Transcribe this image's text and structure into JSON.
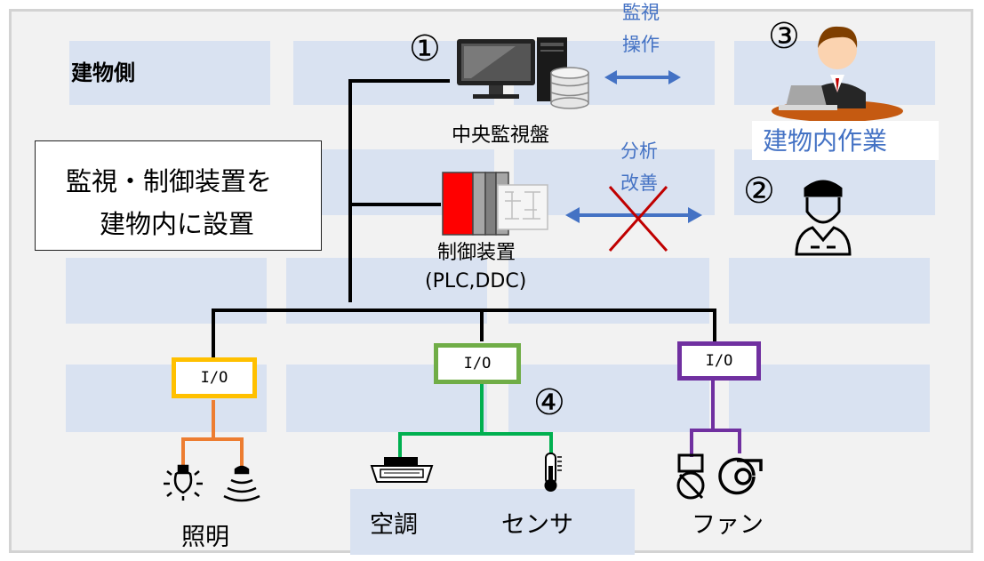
{
  "side_label": "建物側",
  "note": {
    "line1": "監視・制御装置を",
    "line2": "建物内に設置"
  },
  "markers": {
    "one": "①",
    "two": "②",
    "three": "③",
    "four": "④"
  },
  "central": {
    "label": "中央監視盤"
  },
  "controller": {
    "line1": "制御装置",
    "line2": "(PLC,DDC)"
  },
  "arrow_top": {
    "line1": "監視",
    "line2": "操作"
  },
  "arrow_mid": {
    "line1": "分析",
    "line2": "改善"
  },
  "onsite_work": "建物内作業",
  "io_label": "I/O",
  "devices": {
    "lighting": "照明",
    "aircon": "空調",
    "sensor": "センサ",
    "fan": "ファン"
  },
  "colors": {
    "yellow_io": "#ffc000",
    "green_io": "#70ad47",
    "purple_io": "#7030a0",
    "orange_line": "#ed7d31",
    "green_line": "#00b050",
    "arrow_blue": "#4472c4",
    "cross_red": "#c00000"
  }
}
